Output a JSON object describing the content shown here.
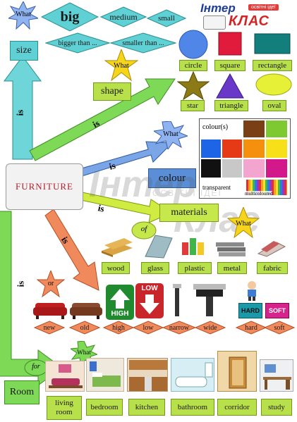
{
  "logo": {
    "top_text": "Інтер",
    "ribbon": "освітні ідеї",
    "bottom_text": "КЛАС"
  },
  "watermark": {
    "line1": "Інтер",
    "line2": "ОСВІТНІ ІДЕЇ",
    "line3": "Клас"
  },
  "center": {
    "label": "FURNITURE"
  },
  "size": {
    "question": "What",
    "label": "size",
    "words": [
      "big",
      "medium",
      "small",
      "bigger than ...",
      "smaller than ..."
    ]
  },
  "shape": {
    "question": "What",
    "label": "shape",
    "items": [
      "circle",
      "square",
      "rectangle",
      "star",
      "triangle",
      "oval"
    ]
  },
  "colour": {
    "question": "What",
    "label": "colour",
    "palette_title": "colour(s)",
    "transparent": "transparent",
    "multicoloured": "multicoloured",
    "swatches": [
      "#ffffff",
      "#7b3f16",
      "#7ec832",
      "#1e64e6",
      "#e63a17",
      "#f5900f",
      "#f7e019",
      "#111111",
      "#c8c8c8",
      "#f3a5cf",
      "#d3188c"
    ]
  },
  "materials": {
    "question": "What",
    "label": "materials",
    "preposition": "of",
    "items": [
      "wood",
      "glass",
      "plastic",
      "metal",
      "fabric"
    ]
  },
  "adjectives": {
    "question": "or",
    "items": [
      "new",
      "old",
      "high",
      "low",
      "narrow",
      "wide",
      "hard",
      "soft"
    ],
    "sign_high": "HIGH",
    "sign_low": "LOW",
    "sign_hard": "HARD",
    "sign_soft": "SOFT"
  },
  "room": {
    "label": "Room",
    "preposition": "for",
    "question": "What",
    "items": [
      "living room",
      "bedroom",
      "kitchen",
      "bathroom",
      "corridor",
      "study"
    ]
  },
  "arrows": {
    "is1": "is",
    "is2": "is",
    "is3": "is",
    "is4": "is",
    "is5": "is",
    "is6": "is"
  }
}
